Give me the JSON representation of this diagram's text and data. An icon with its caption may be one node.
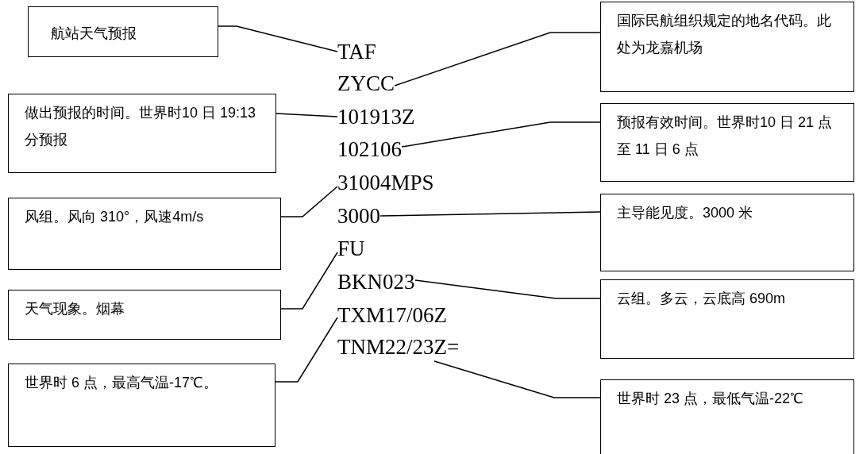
{
  "diagram": {
    "nodes": [
      {
        "text": [
          "航站天气预报"
        ]
      },
      {
        "text": [
          "TAF"
        ]
      },
      {
        "text": [
          "国际民航组织规定的地名代码。此处为龙嘉机场"
        ]
      },
      {
        "text": [
          "ZYCC"
        ]
      },
      {
        "text": [
          "做出预报的时间。世界时10 日 19:13 分预报"
        ]
      },
      {
        "text": [
          "101913Z"
        ]
      },
      {
        "text": [
          "102106"
        ]
      },
      {
        "text": [
          "预报有效时间。世界时10 日 21 点至 11 日 6 点"
        ]
      },
      {
        "text": [
          "风组。风向 310°，风速4m/s"
        ]
      },
      {
        "text": [
          "31004MPS"
        ]
      },
      {
        "text": [
          "3000"
        ]
      },
      {
        "text": [
          "主导能见度。3000 米"
        ]
      },
      {
        "text": [
          "FU"
        ]
      },
      {
        "text": [
          "天气现象。烟幕"
        ]
      },
      {
        "text": [
          "BKN023"
        ]
      },
      {
        "text": [
          "云组。多云，云底高 690m"
        ]
      },
      {
        "text": [
          "TXM17/06Z"
        ]
      },
      {
        "text": [
          "世界时 6 点，最高气温-17℃。"
        ]
      },
      {
        "text": [
          "TNM22/23Z="
        ]
      },
      {
        "text": [
          "世界时 23 点，最低气温-22℃"
        ]
      }
    ],
    "edges": [
      {
        "from": 0,
        "to": 1,
        "arrow": "none"
      },
      {
        "from": 2,
        "to": 3,
        "arrow": "none"
      },
      {
        "from": 4,
        "to": 5,
        "arrow": "none"
      },
      {
        "from": 7,
        "to": 6,
        "arrow": "none"
      },
      {
        "from": 8,
        "to": 9,
        "arrow": "none"
      },
      {
        "from": 11,
        "to": 10,
        "arrow": "none"
      },
      {
        "from": 13,
        "to": 12,
        "arrow": "none"
      },
      {
        "from": 15,
        "to": 14,
        "arrow": "none"
      },
      {
        "from": 17,
        "to": 16,
        "arrow": "none"
      },
      {
        "from": 19,
        "to": 18,
        "arrow": "none"
      }
    ]
  }
}
